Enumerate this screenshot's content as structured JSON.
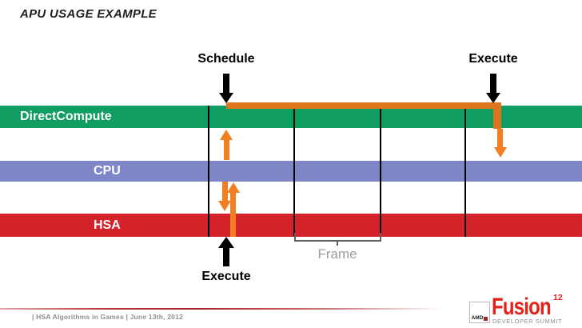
{
  "slide": {
    "title": "APU USAGE EXAMPLE",
    "footer_text": "|  HSA Algorithms in Games  |   June 13th, 2012"
  },
  "labels": {
    "schedule": "Schedule",
    "execute_top": "Execute",
    "execute_bottom": "Execute",
    "frame": "Frame"
  },
  "bars": [
    {
      "name": "DirectCompute",
      "label": "DirectCompute",
      "color": "#0f9d62"
    },
    {
      "name": "CPU",
      "label": "CPU",
      "color": "#7e86c7"
    },
    {
      "name": "HSA",
      "label": "HSA",
      "color": "#d4222a"
    }
  ],
  "diagram": {
    "frame_divider_count": 4,
    "orange_flow": "schedule dispatch runs along DirectCompute, down to CPU at right; round-trips between DirectCompute, CPU and HSA at left"
  },
  "logo": {
    "amd_text": "AMD",
    "brand": "Fusion",
    "year": "12",
    "subtitle": "DEVELOPER SUMMIT"
  },
  "colors": {
    "title_text": "#1f1f1f",
    "bar_green": "#0f9d62",
    "bar_blue": "#7e86c7",
    "bar_red": "#d4222a",
    "orange_line": "#dd761c",
    "orange_arrow": "#f17e21",
    "black": "#000000",
    "frame_text": "#9e9e9e",
    "bracket": "#5f5f5f",
    "footer_text": "#8f8f8f",
    "fusion_red": "#e2231a",
    "summit_gray": "#8a8a8a",
    "amd_square_red": "#9c2a2a",
    "logo_border": "#b8b8b8"
  }
}
